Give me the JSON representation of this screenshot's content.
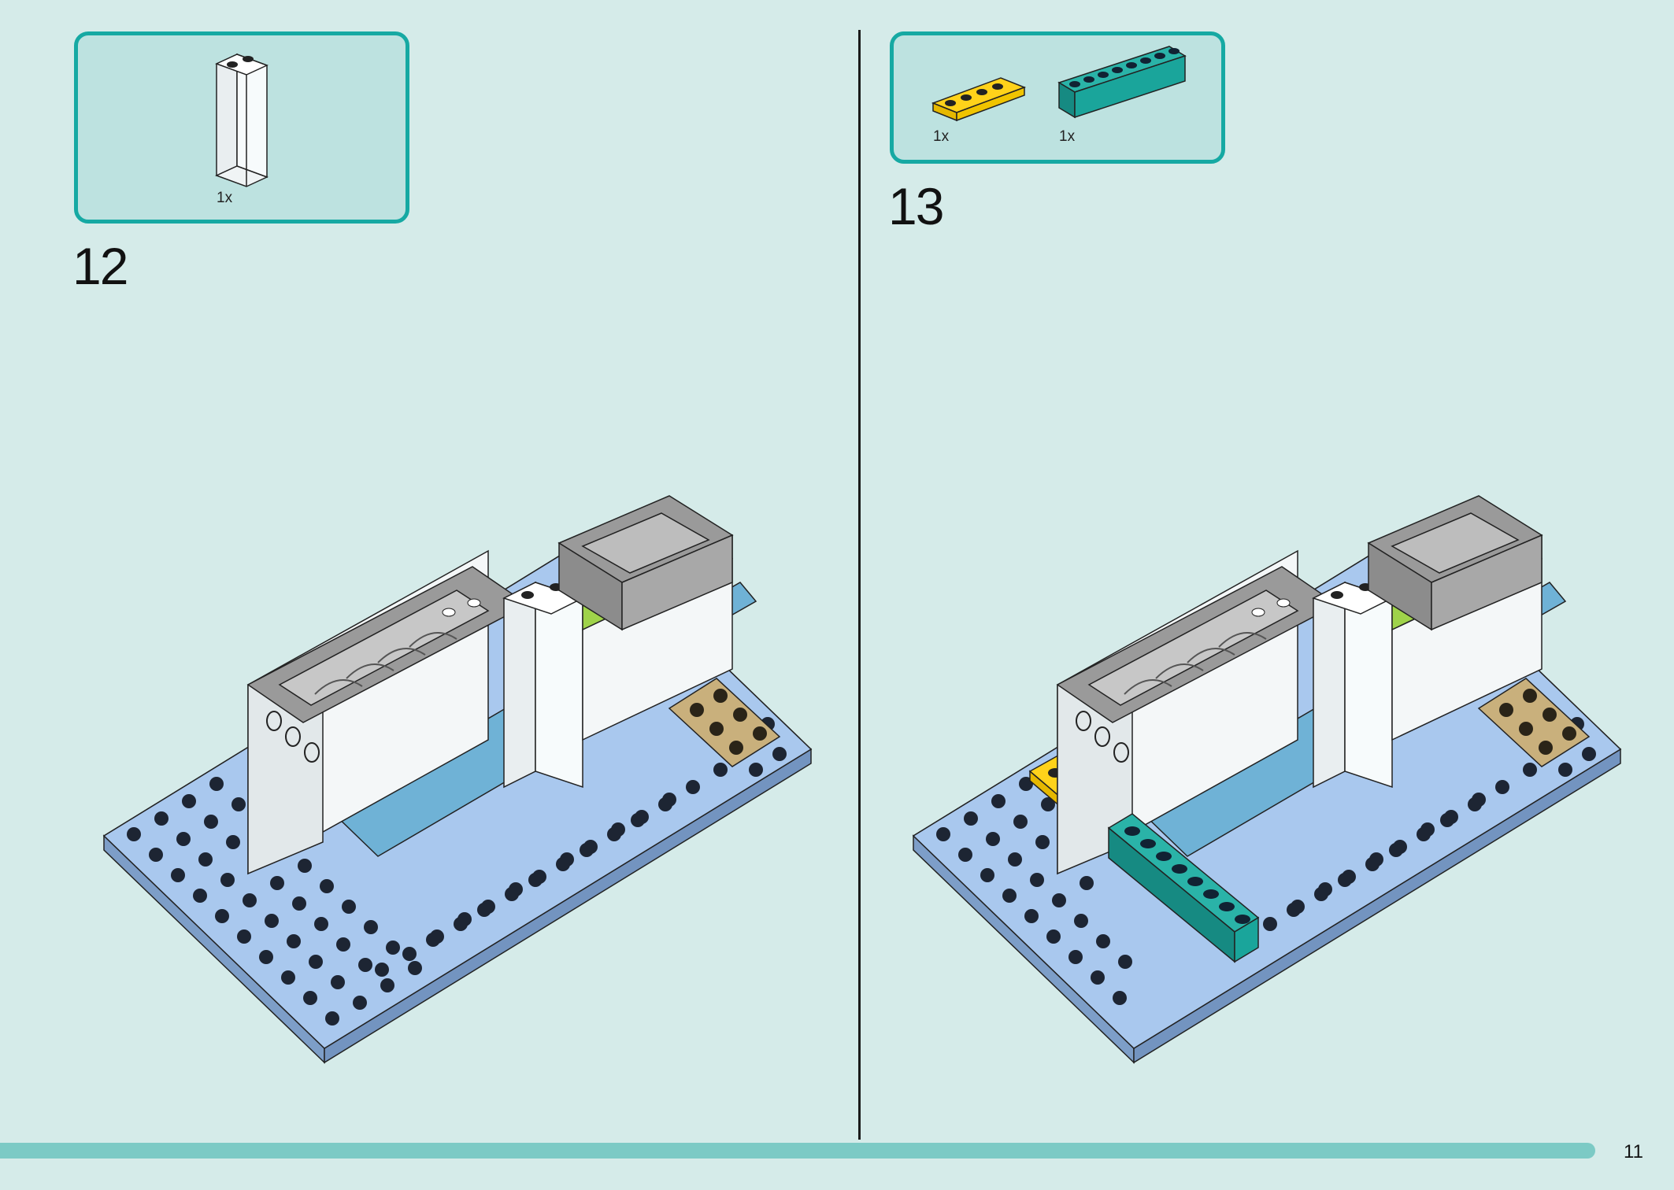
{
  "page": {
    "number": "11"
  },
  "steps": [
    {
      "number": "12",
      "parts": [
        {
          "qty": "1x",
          "name": "white-brick-1x2x5"
        }
      ]
    },
    {
      "number": "13",
      "parts": [
        {
          "qty": "1x",
          "name": "yellow-plate-1x4"
        },
        {
          "qty": "1x",
          "name": "teal-brick-1x8"
        }
      ]
    }
  ],
  "colors": {
    "background": "#d5ebe9",
    "parts_box_fill": "#bde2e0",
    "parts_box_border": "#16a9a3",
    "baseplate": "#a9c8ee",
    "tan": "#c9b07c",
    "gray": "#9a9a9a",
    "lime": "#9fd34a",
    "light_blue": "#6fb2d6",
    "yellow": "#ffd21a",
    "teal": "#1aa59b",
    "red": "#d51f26"
  }
}
